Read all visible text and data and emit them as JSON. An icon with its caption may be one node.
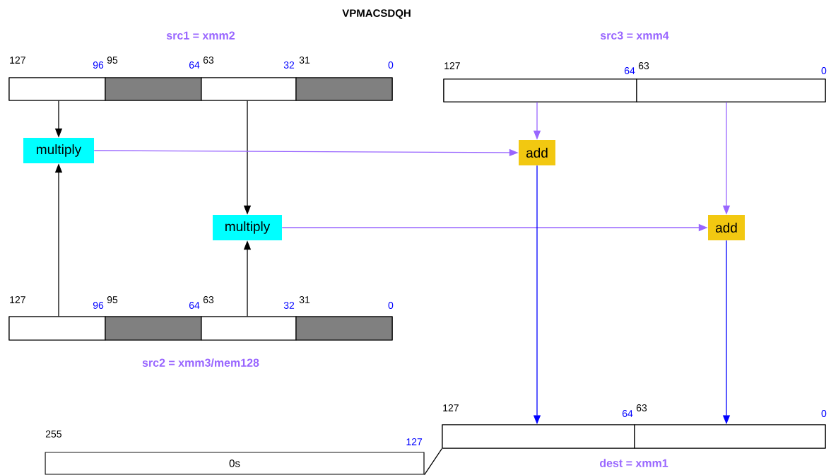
{
  "diagram": {
    "title": "VPMACSDQH",
    "nodes": [
      {
        "text": [
          "src1 = xmm2"
        ]
      },
      {
        "text": [],
        "shape": "box",
        "in": 0
      },
      {
        "text": [],
        "shape": "box",
        "in": 0
      },
      {
        "text": [],
        "shape": "box",
        "in": 0
      },
      {
        "text": [],
        "shape": "box",
        "in": 0
      },
      {
        "text": [
          "src3 = xmm4"
        ]
      },
      {
        "text": [],
        "shape": "box",
        "in": 5
      },
      {
        "text": [],
        "shape": "box",
        "in": 5
      },
      {
        "text": [
          "multiply"
        ]
      },
      {
        "text": [
          "add"
        ]
      },
      {
        "text": [
          "multiply"
        ]
      },
      {
        "text": [
          "add"
        ]
      },
      {
        "text": [
          "src2 = xmm3/mem128"
        ]
      },
      {
        "text": [],
        "shape": "box",
        "in": 12
      },
      {
        "text": [],
        "shape": "box",
        "in": 12
      },
      {
        "text": [],
        "shape": "box",
        "in": 12
      },
      {
        "text": [],
        "shape": "box",
        "in": 12
      },
      {
        "text": [
          "dest = xmm1"
        ]
      },
      {
        "text": [],
        "shape": "box",
        "in": 17
      },
      {
        "text": [],
        "shape": "box",
        "in": 17
      },
      {
        "text": [
          "0s"
        ]
      }
    ],
    "edges": [
      {
        "from": 1,
        "to": 8,
        "arrow": "to",
        "color": "#000000"
      },
      {
        "from": 13,
        "to": 8,
        "arrow": "to",
        "color": "#000000"
      },
      {
        "from": 3,
        "to": 10,
        "arrow": "to",
        "color": "#000000"
      },
      {
        "from": 15,
        "to": 10,
        "arrow": "to",
        "color": "#000000"
      },
      {
        "from": 8,
        "to": 9,
        "arrow": "to",
        "color": "#9966ff"
      },
      {
        "from": 10,
        "to": 11,
        "arrow": "to",
        "color": "#9966ff"
      },
      {
        "from": 6,
        "to": 9,
        "arrow": "to",
        "color": "#9966ff"
      },
      {
        "from": 7,
        "to": 11,
        "arrow": "to",
        "color": "#9966ff"
      },
      {
        "from": 9,
        "to": 18,
        "arrow": "to",
        "color": "#0000ff"
      },
      {
        "from": 11,
        "to": 19,
        "arrow": "to",
        "color": "#0000ff"
      },
      {
        "from": 20,
        "to": 17,
        "arrow": "none",
        "color": "#000000"
      }
    ],
    "labels": [
      "127",
      "96",
      "95",
      "64",
      "63",
      "32",
      "31",
      "0",
      "127",
      "64",
      "63",
      "0",
      "127",
      "96",
      "95",
      "64",
      "63",
      "32",
      "31",
      "0",
      "127",
      "64",
      "63",
      "0",
      "255",
      "127"
    ]
  }
}
